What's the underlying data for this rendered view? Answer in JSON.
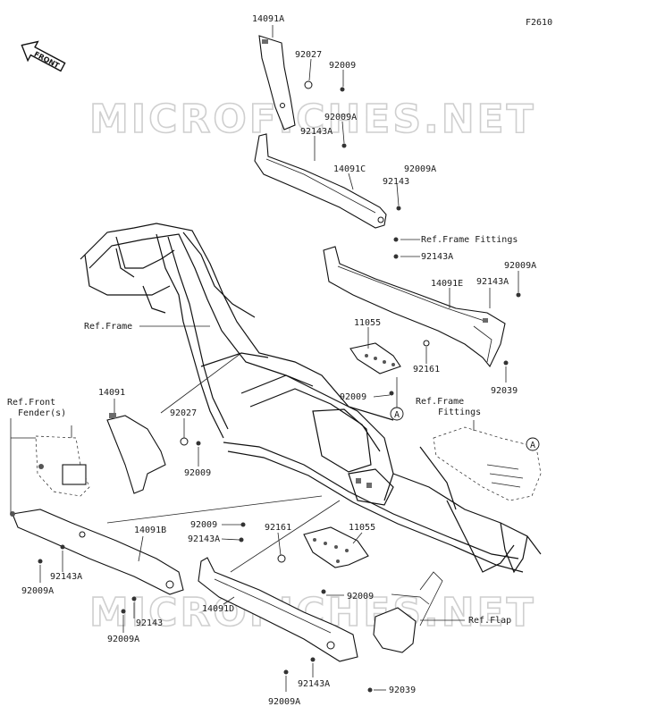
{
  "figure_code": "F2610",
  "front_arrow": {
    "label": "FRONT",
    "icon": "front-arrow-icon"
  },
  "watermark": "MICROFICHES.NET",
  "callouts": {
    "p14091A": "14091A",
    "p92027_top": "92027",
    "p92009_top": "92009",
    "p92009A_1": "92009A",
    "p92143A_1": "92143A",
    "p14091C": "14091C",
    "p92009A_2": "92009A",
    "p92143_1": "92143",
    "ref_frame_fittings_1": "Ref.Frame Fittings",
    "p92143A_2": "92143A",
    "p92009A_3": "92009A",
    "p14091E": "14091E",
    "p92143A_3": "92143A",
    "ref_frame": "Ref.Frame",
    "p11055_1": "11055",
    "p92161_1": "92161",
    "p92039_1": "92039",
    "p92009_mid": "92009",
    "ref_front_fender_1": "Ref.Front",
    "ref_front_fender_2": "Fender(s)",
    "p14091": "14091",
    "p92027_mid": "92027",
    "p92009_left": "92009",
    "ref_frame_fittings_2a": "Ref.Frame",
    "ref_frame_fittings_2b": "Fittings",
    "mark_A1": "A",
    "mark_A2": "A",
    "p14091B": "14091B",
    "p92009_low": "92009",
    "p92143A_4": "92143A",
    "p92161_2": "92161",
    "p11055_2": "11055",
    "p92143A_5": "92143A",
    "p92009A_4": "92009A",
    "p92143_2": "92143",
    "p92009A_5": "92009A",
    "p14091D": "14091D",
    "p92009_low2": "92009",
    "ref_flap": "Ref.Flap",
    "p92143A_6": "92143A",
    "p92009A_6": "92009A",
    "p92039_2": "92039"
  }
}
